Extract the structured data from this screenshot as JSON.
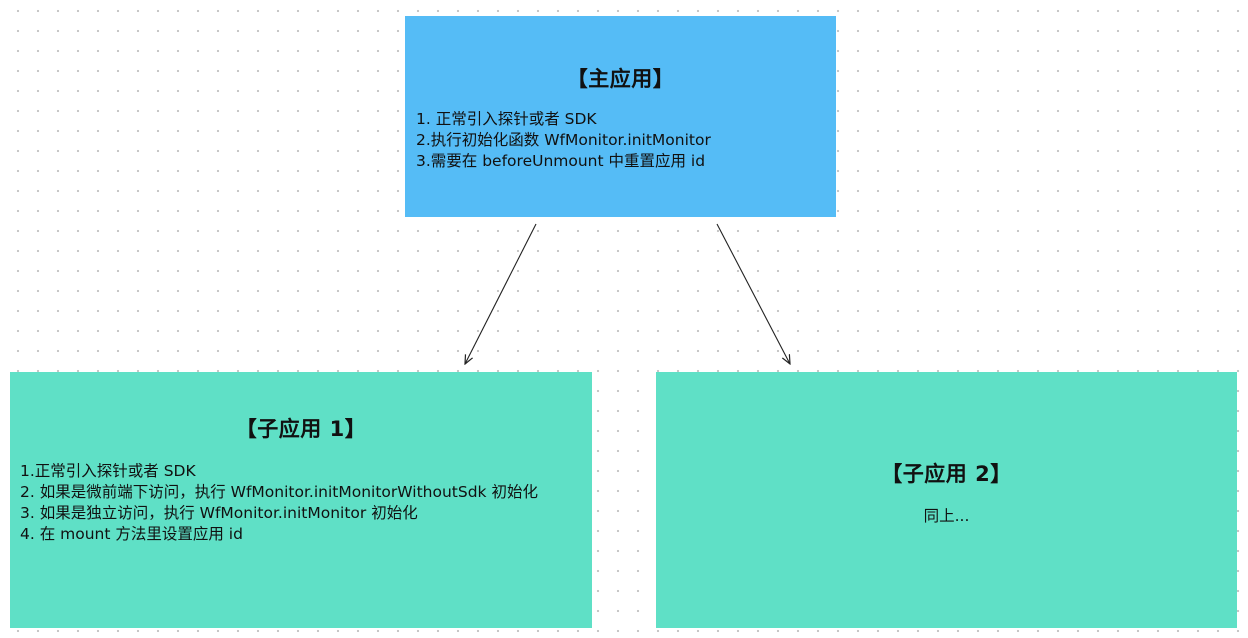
{
  "diagram": {
    "main_app": {
      "title": "【主应用】",
      "lines": [
        "1. 正常引入探针或者 SDK",
        "2.执行初始化函数  WfMonitor.initMonitor",
        "3.需要在 beforeUnmount 中重置应用 id"
      ]
    },
    "sub_app_1": {
      "title": "【子应用 1】",
      "lines": [
        "1.正常引入探针或者 SDK",
        "2. 如果是微前端下访问，执行 WfMonitor.initMonitorWithoutSdk 初始化",
        "3. 如果是独立访问，执行  WfMonitor.initMonitor 初始化",
        "4. 在 mount 方法里设置应用 id"
      ]
    },
    "sub_app_2": {
      "title": "【子应用 2】",
      "note": "同上..."
    },
    "colors": {
      "main_box": "#55bcf6",
      "sub_box": "#5fe0c6",
      "arrow": "#222222"
    }
  }
}
